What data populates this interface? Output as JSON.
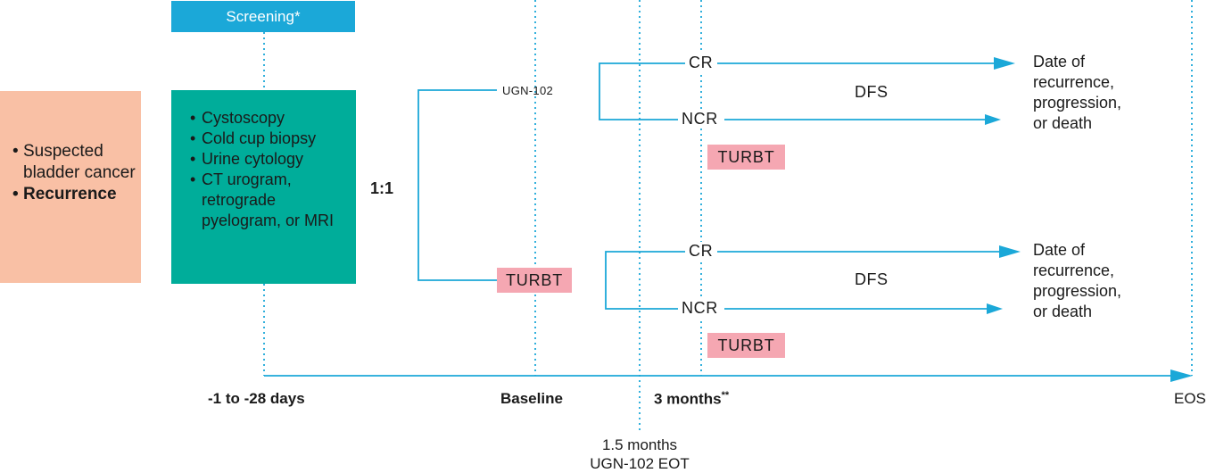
{
  "patients": {
    "items": [
      "Suspected bladder cancer",
      "Recurrence"
    ]
  },
  "screening": {
    "header": "Screening*",
    "items": [
      "Cystoscopy",
      "Cold cup biopsy",
      "Urine cytology",
      "CT urogram, retrograde pyelogram, or MRI"
    ]
  },
  "randomization": {
    "ratio": "1:1"
  },
  "arms": {
    "upper": {
      "treatment": "UGN-102",
      "responses": [
        "CR",
        "NCR"
      ],
      "salvage": "TURBT",
      "endpoint": "DFS",
      "outcome": [
        "Date of",
        "recurrence,",
        "progression,",
        "or death"
      ]
    },
    "lower": {
      "treatment": "TURBT",
      "responses": [
        "CR",
        "NCR"
      ],
      "salvage": "TURBT",
      "endpoint": "DFS",
      "outcome": [
        "Date of",
        "recurrence,",
        "progression,",
        "or death"
      ]
    }
  },
  "timeline": {
    "screening_window": "-1 to -28 days",
    "baseline": "Baseline",
    "three_months": "3 months",
    "three_months_note": "**",
    "eos": "EOS",
    "eot_time": "1.5 months",
    "eot_label": "UGN-102 EOT"
  },
  "colors": {
    "line": "#1ba8d8",
    "patient_box": "#f9c0a5",
    "screening_box": "#00ad9a",
    "turbt_box": "#f5a7b2"
  }
}
